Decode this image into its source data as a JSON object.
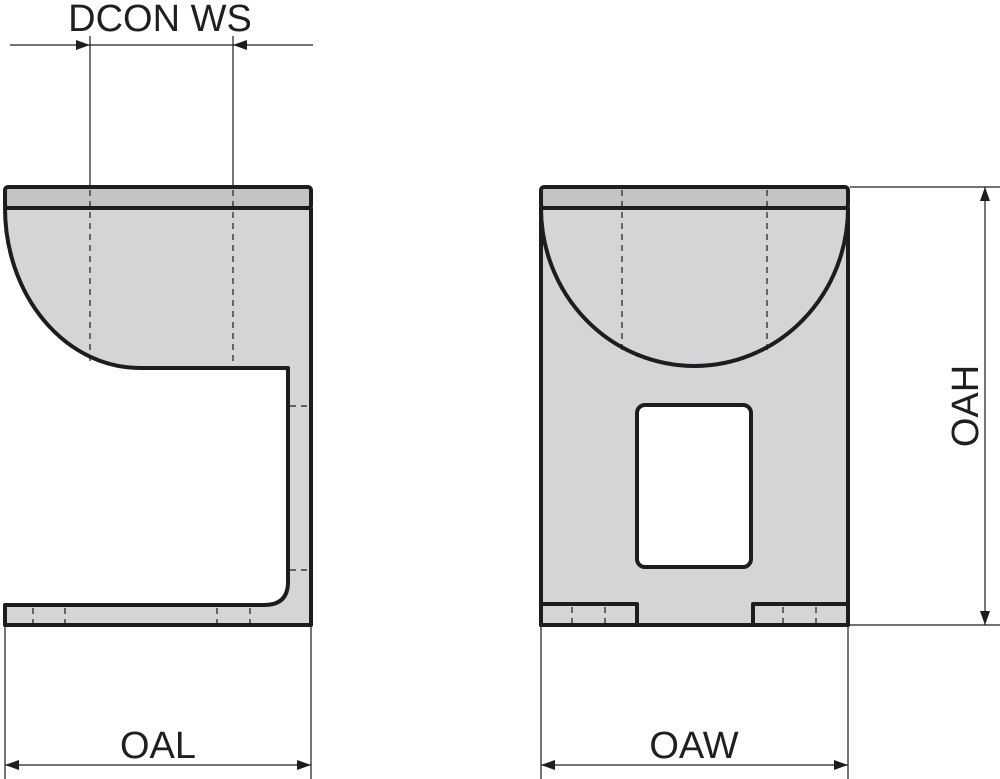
{
  "labels": {
    "dcon_ws": "DCON WS",
    "oal": "OAL",
    "oaw": "OAW",
    "oah": "OAH"
  },
  "colors": {
    "body": "#d4d5d7",
    "band": "#c3c4c6",
    "line": "#1d1d1d"
  }
}
